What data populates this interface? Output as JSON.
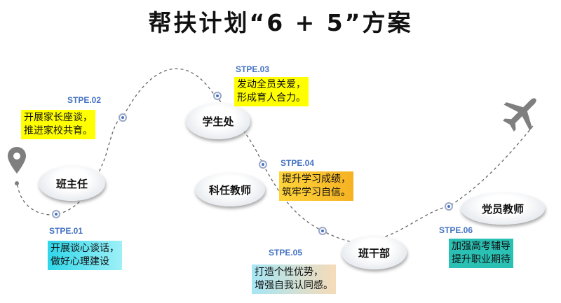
{
  "title": "帮扶计划“6 + 5”方案",
  "nodes": {
    "class_teacher": "班主任",
    "student_office": "学生处",
    "subject_teacher": "科任教师",
    "class_cadre": "班干部",
    "party_teacher": "党员教师"
  },
  "steps": [
    {
      "label": "STPE.01",
      "lines": [
        "开展谈心谈话，",
        "做好心理建设"
      ]
    },
    {
      "label": "STPE.02",
      "lines": [
        "开展家长座谈，",
        "推进家校共育。"
      ]
    },
    {
      "label": "STPE.03",
      "lines": [
        "发动全员关爱，",
        "形成育人合力。"
      ]
    },
    {
      "label": "STPE.04",
      "lines": [
        "提升学习成绩，",
        "筑牢学习自信。"
      ]
    },
    {
      "label": "STPE.05",
      "lines": [
        "打造个性优势，",
        "增强自我认同感。"
      ]
    },
    {
      "label": "STPE.06",
      "lines": [
        "加强高考辅导",
        "提升职业期待"
      ]
    }
  ],
  "icons": {
    "start": "location-pin-icon",
    "end": "airplane-icon",
    "waypoint": "dot-marker-icon"
  },
  "colors": {
    "step_label": "#4472c4",
    "highlight_yellow": "#ffff00",
    "highlight_orange": "#f5b223",
    "highlight_cyan": "#2fd7ea",
    "highlight_teal": "#2bc0b4",
    "path": "#666666",
    "icon_gray": "#7f7f7f"
  }
}
